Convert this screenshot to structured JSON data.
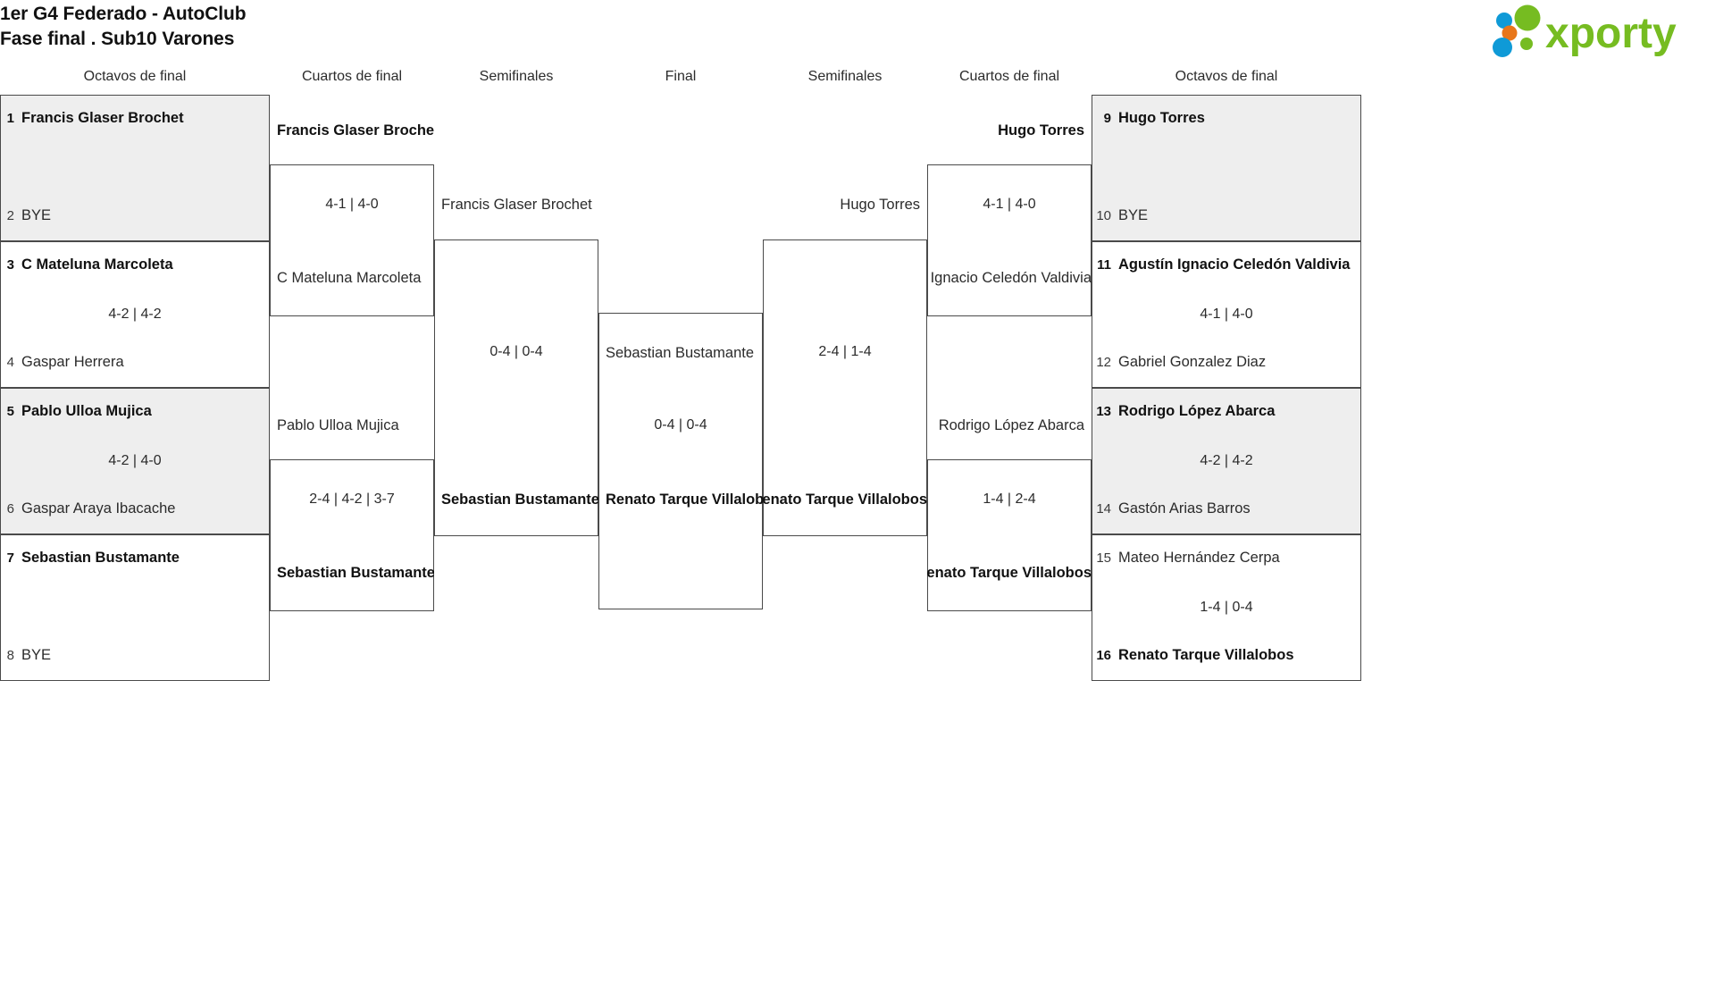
{
  "header": {
    "title_line1": "1er G4 Federado - AutoClub",
    "title_line2": "Fase final . Sub10 Varones",
    "logo_text": "xporty",
    "logo_colors": {
      "green": "#76bc21",
      "blue": "#0f9ad7",
      "orange": "#e8761a"
    }
  },
  "round_headers": {
    "left": [
      "Octavos de final",
      "Cuartos de final",
      "Semifinales"
    ],
    "center": "Final",
    "right": [
      "Semifinales",
      "Cuartos de final",
      "Octavos de final"
    ]
  },
  "colors": {
    "box_border": "#4a4a4a",
    "shaded_row": "#eeeeee",
    "text": "#2b2b2b",
    "text_strong": "#111111"
  },
  "left": {
    "r16": [
      {
        "seed": "1",
        "name": "Francis Glaser Brochet",
        "winner": true,
        "shaded": true,
        "score": ""
      },
      {
        "seed": "2",
        "name": "BYE",
        "winner": false,
        "shaded": true,
        "score": ""
      },
      {
        "seed": "3",
        "name": "C Mateluna Marcoleta",
        "winner": true,
        "shaded": false,
        "score": "4-2 | 4-2"
      },
      {
        "seed": "4",
        "name": "Gaspar Herrera",
        "winner": false,
        "shaded": false,
        "score": ""
      },
      {
        "seed": "5",
        "name": "Pablo Ulloa Mujica",
        "winner": true,
        "shaded": true,
        "score": "4-2 | 4-0"
      },
      {
        "seed": "6",
        "name": "Gaspar Araya Ibacache",
        "winner": false,
        "shaded": true,
        "score": ""
      },
      {
        "seed": "7",
        "name": "Sebastian Bustamante",
        "winner": true,
        "shaded": false,
        "score": ""
      },
      {
        "seed": "8",
        "name": "BYE",
        "winner": false,
        "shaded": false,
        "score": ""
      }
    ],
    "quarters": [
      {
        "top": "Francis Glaser Brochet",
        "top_winner": true,
        "bottom": "C Mateluna Marcoleta",
        "bottom_winner": false,
        "score": "4-1 | 4-0"
      },
      {
        "top": "Pablo Ulloa Mujica",
        "top_winner": false,
        "bottom": "Sebastian Bustamante",
        "bottom_winner": true,
        "score": "2-4 | 4-2 | 3-7"
      }
    ],
    "semifinal": {
      "top": "Francis Glaser Brochet",
      "top_winner": false,
      "bottom": "Sebastian Bustamante",
      "bottom_winner": true,
      "score": "0-4 | 0-4"
    },
    "finalist": {
      "name": "Sebastian Bustamante",
      "winner": false
    }
  },
  "center_final": {
    "score": "0-4 | 0-4"
  },
  "right": {
    "r16": [
      {
        "seed": "9",
        "name": "Hugo Torres",
        "winner": true,
        "shaded": true,
        "score": ""
      },
      {
        "seed": "10",
        "name": "BYE",
        "winner": false,
        "shaded": true,
        "score": ""
      },
      {
        "seed": "11",
        "name": "Agustín Ignacio Celedón Valdivia",
        "winner": true,
        "shaded": false,
        "score": "4-1 | 4-0"
      },
      {
        "seed": "12",
        "name": "Gabriel Gonzalez Diaz",
        "winner": false,
        "shaded": false,
        "score": ""
      },
      {
        "seed": "13",
        "name": "Rodrigo López Abarca",
        "winner": true,
        "shaded": true,
        "score": "4-2 | 4-2"
      },
      {
        "seed": "14",
        "name": "Gastón Arias Barros",
        "winner": false,
        "shaded": true,
        "score": ""
      },
      {
        "seed": "15",
        "name": "Mateo Hernández Cerpa",
        "winner": false,
        "shaded": false,
        "score": "1-4 | 0-4"
      },
      {
        "seed": "16",
        "name": "Renato Tarque Villalobos",
        "winner": true,
        "shaded": false,
        "score": ""
      }
    ],
    "quarters": [
      {
        "top": "Hugo Torres",
        "top_winner": true,
        "bottom": "Agustín Ignacio Celedón Valdivia",
        "bottom_winner": false,
        "score": "4-1 | 4-0"
      },
      {
        "top": "Rodrigo López Abarca",
        "top_winner": false,
        "bottom": "Renato Tarque Villalobos",
        "bottom_winner": true,
        "score": "1-4 | 2-4"
      }
    ],
    "semifinal": {
      "top": "Hugo Torres",
      "top_winner": false,
      "bottom": "Renato Tarque Villalobos",
      "bottom_winner": true,
      "score": "2-4 | 1-4"
    },
    "finalist": {
      "name": "Renato Tarque Villalobos",
      "winner": true
    }
  }
}
